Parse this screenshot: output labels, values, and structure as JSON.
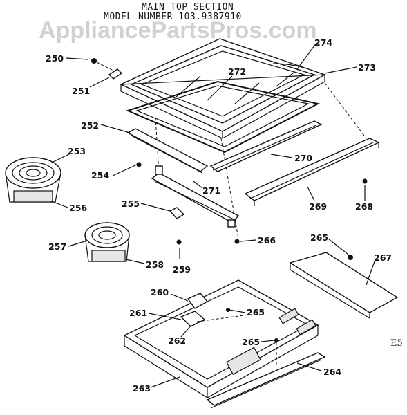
{
  "header": {
    "title_line1": "MAIN TOP SECTION",
    "title_line2": "MODEL NUMBER 103.9387910",
    "watermark": "AppliancePartsPros.com"
  },
  "page_code": "E5",
  "callouts": {
    "c250": "250",
    "c251": "251",
    "c252": "252",
    "c253": "253",
    "c254": "254",
    "c255": "255",
    "c256": "256",
    "c257": "257",
    "c258": "258",
    "c259": "259",
    "c260": "260",
    "c261": "261",
    "c262": "262",
    "c263": "263",
    "c264": "264",
    "c265a": "265",
    "c265b": "265",
    "c265c": "265",
    "c266": "266",
    "c267": "267",
    "c268": "268",
    "c269": "269",
    "c270": "270",
    "c271": "271",
    "c272": "272",
    "c273": "273",
    "c274": "274"
  }
}
